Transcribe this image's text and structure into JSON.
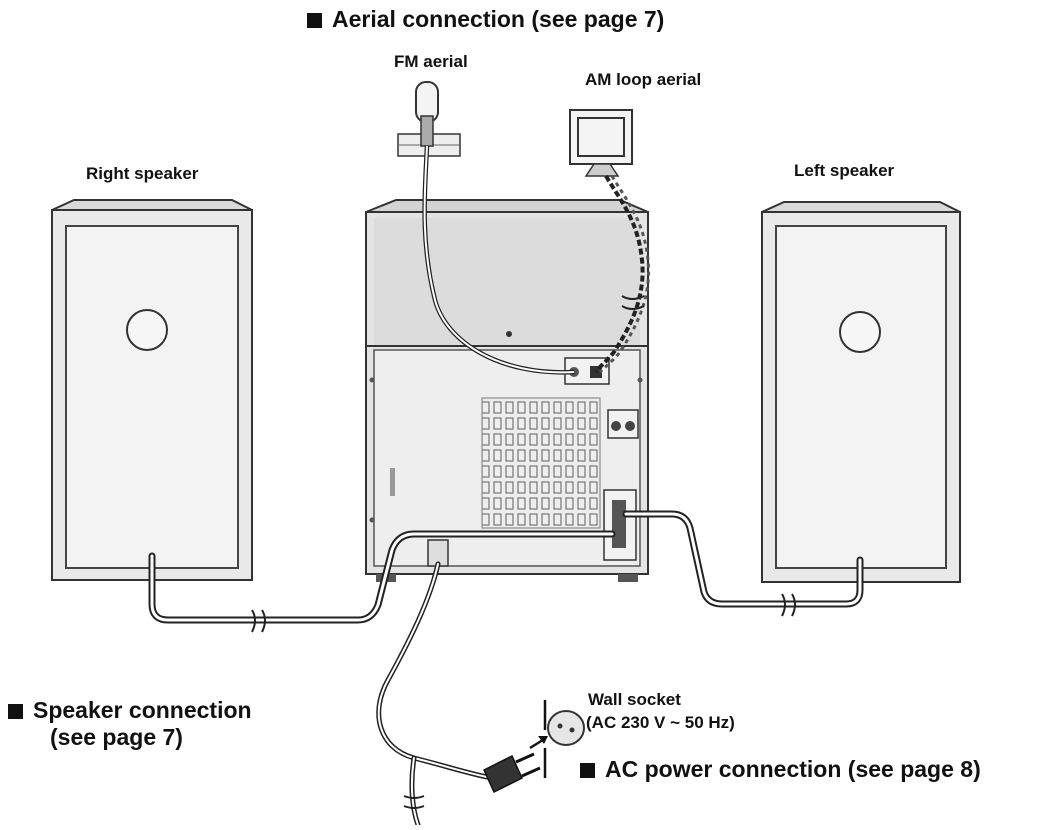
{
  "labels": {
    "aerial_heading": "Aerial connection (see page 7)",
    "fm_aerial": "FM aerial",
    "am_loop_aerial": "AM loop aerial",
    "right_speaker": "Right speaker",
    "left_speaker": "Left speaker",
    "speaker_connection_line1": "Speaker connection",
    "speaker_connection_line2": "(see page 7)",
    "wall_socket_line1": "Wall socket",
    "wall_socket_line2": "(AC 230 V ~ 50 Hz)",
    "ac_power_heading": "AC power connection  (see page 8)"
  }
}
